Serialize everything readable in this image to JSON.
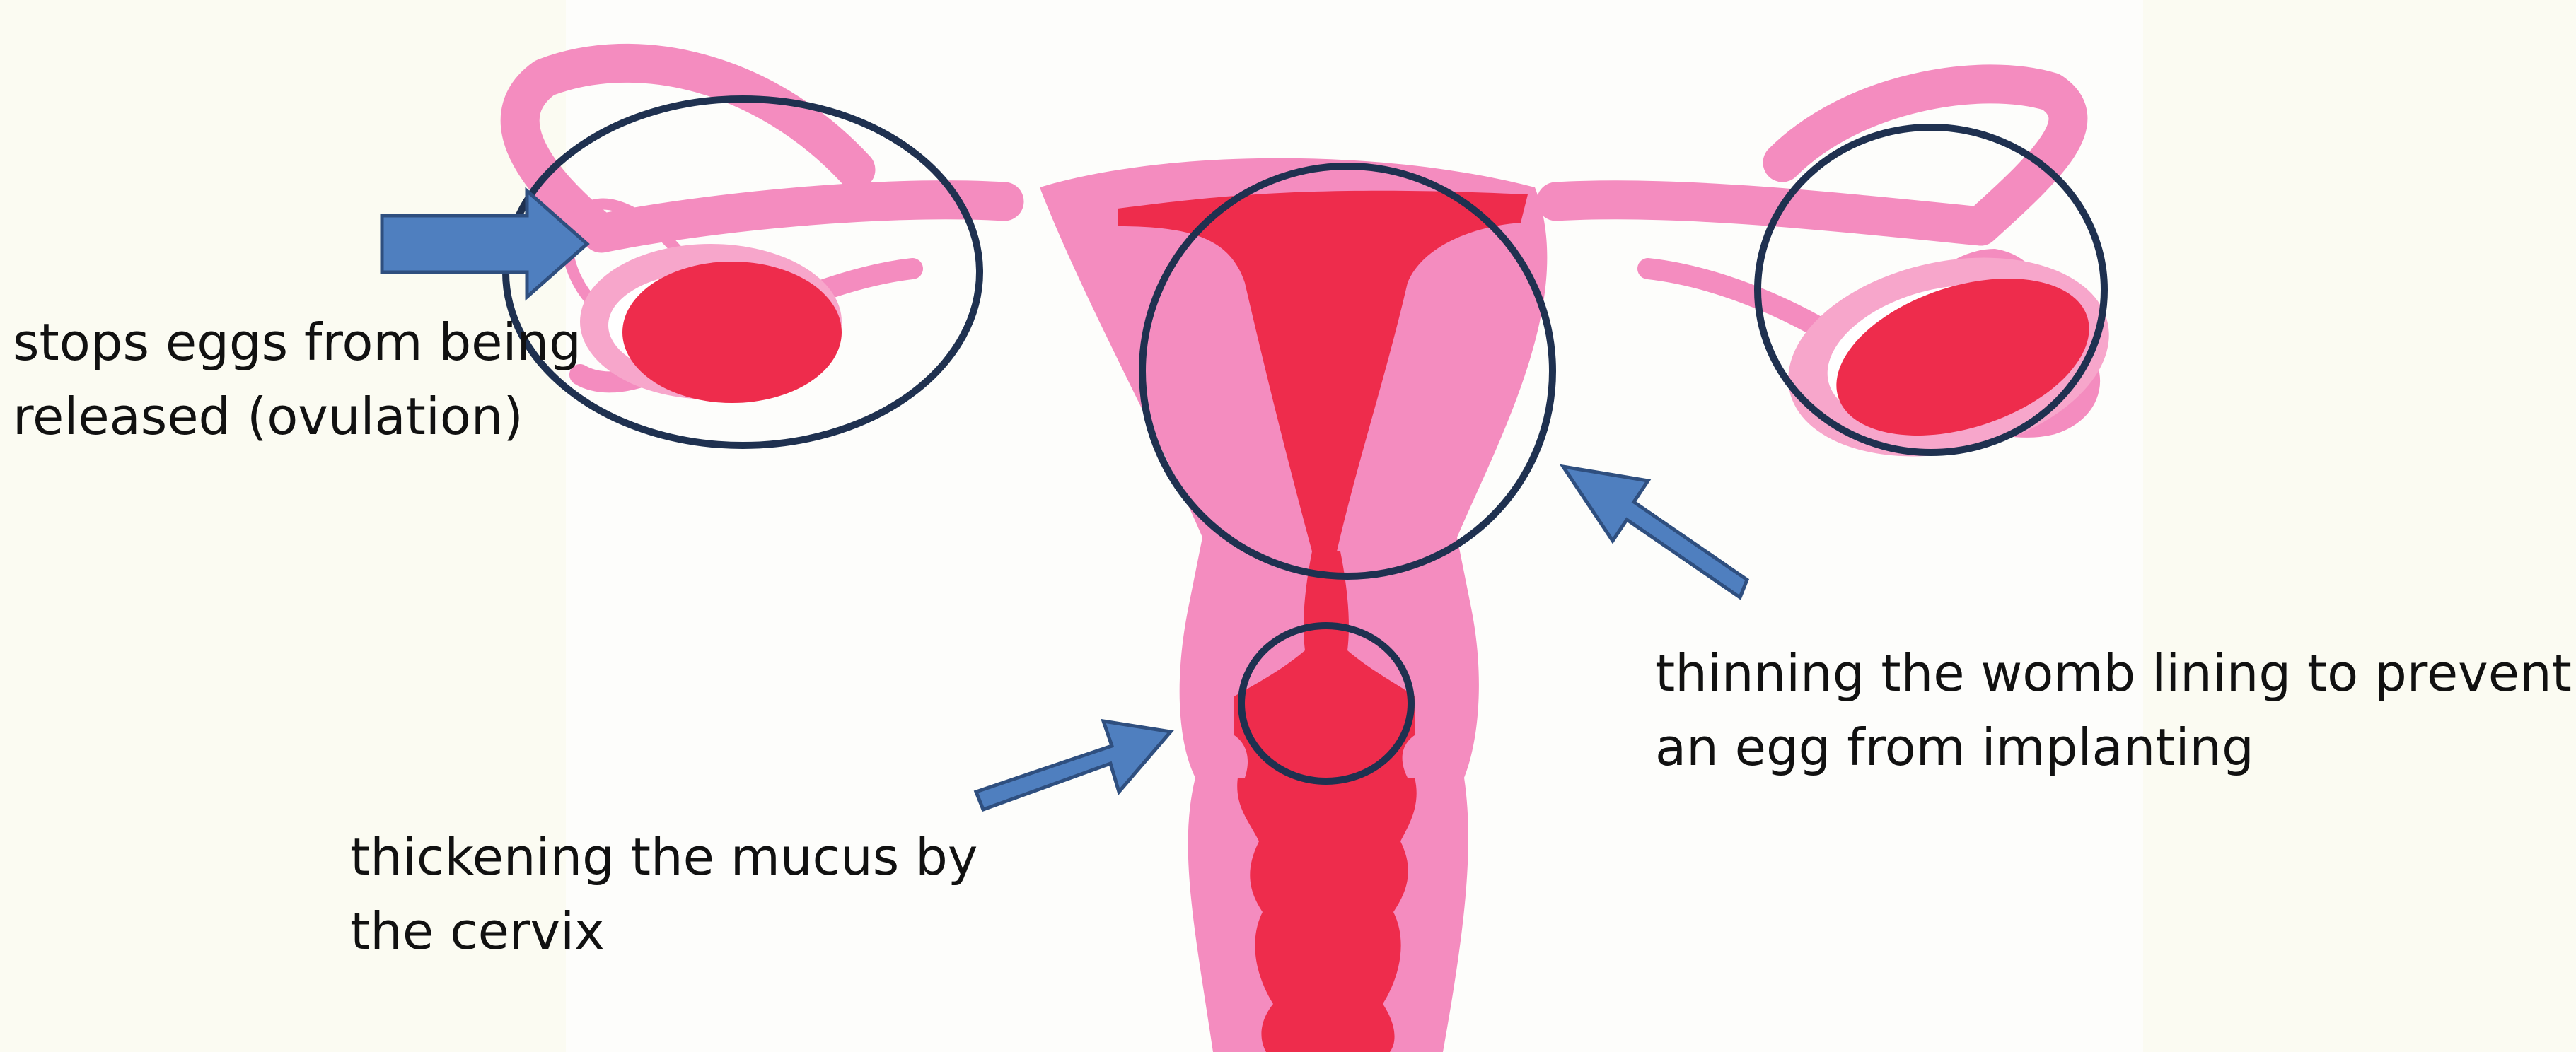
{
  "annotations": {
    "ovaries": {
      "line1": "stops eggs from being",
      "line2": "released (ovulation)"
    },
    "womb": {
      "line1": "thinning the womb lining to prevent",
      "line2": "an egg from implanting"
    },
    "cervix": {
      "line1": "thickening the mucus by",
      "line2": "the cervix"
    }
  },
  "colors": {
    "background": "#fbfbf2",
    "tissue_pink": "#f48cbf",
    "organ_red": "#ee2c4c",
    "circle": "#1f3150",
    "arrow_fill": "#4f7fbf",
    "arrow_stroke": "#2f4f7f"
  }
}
